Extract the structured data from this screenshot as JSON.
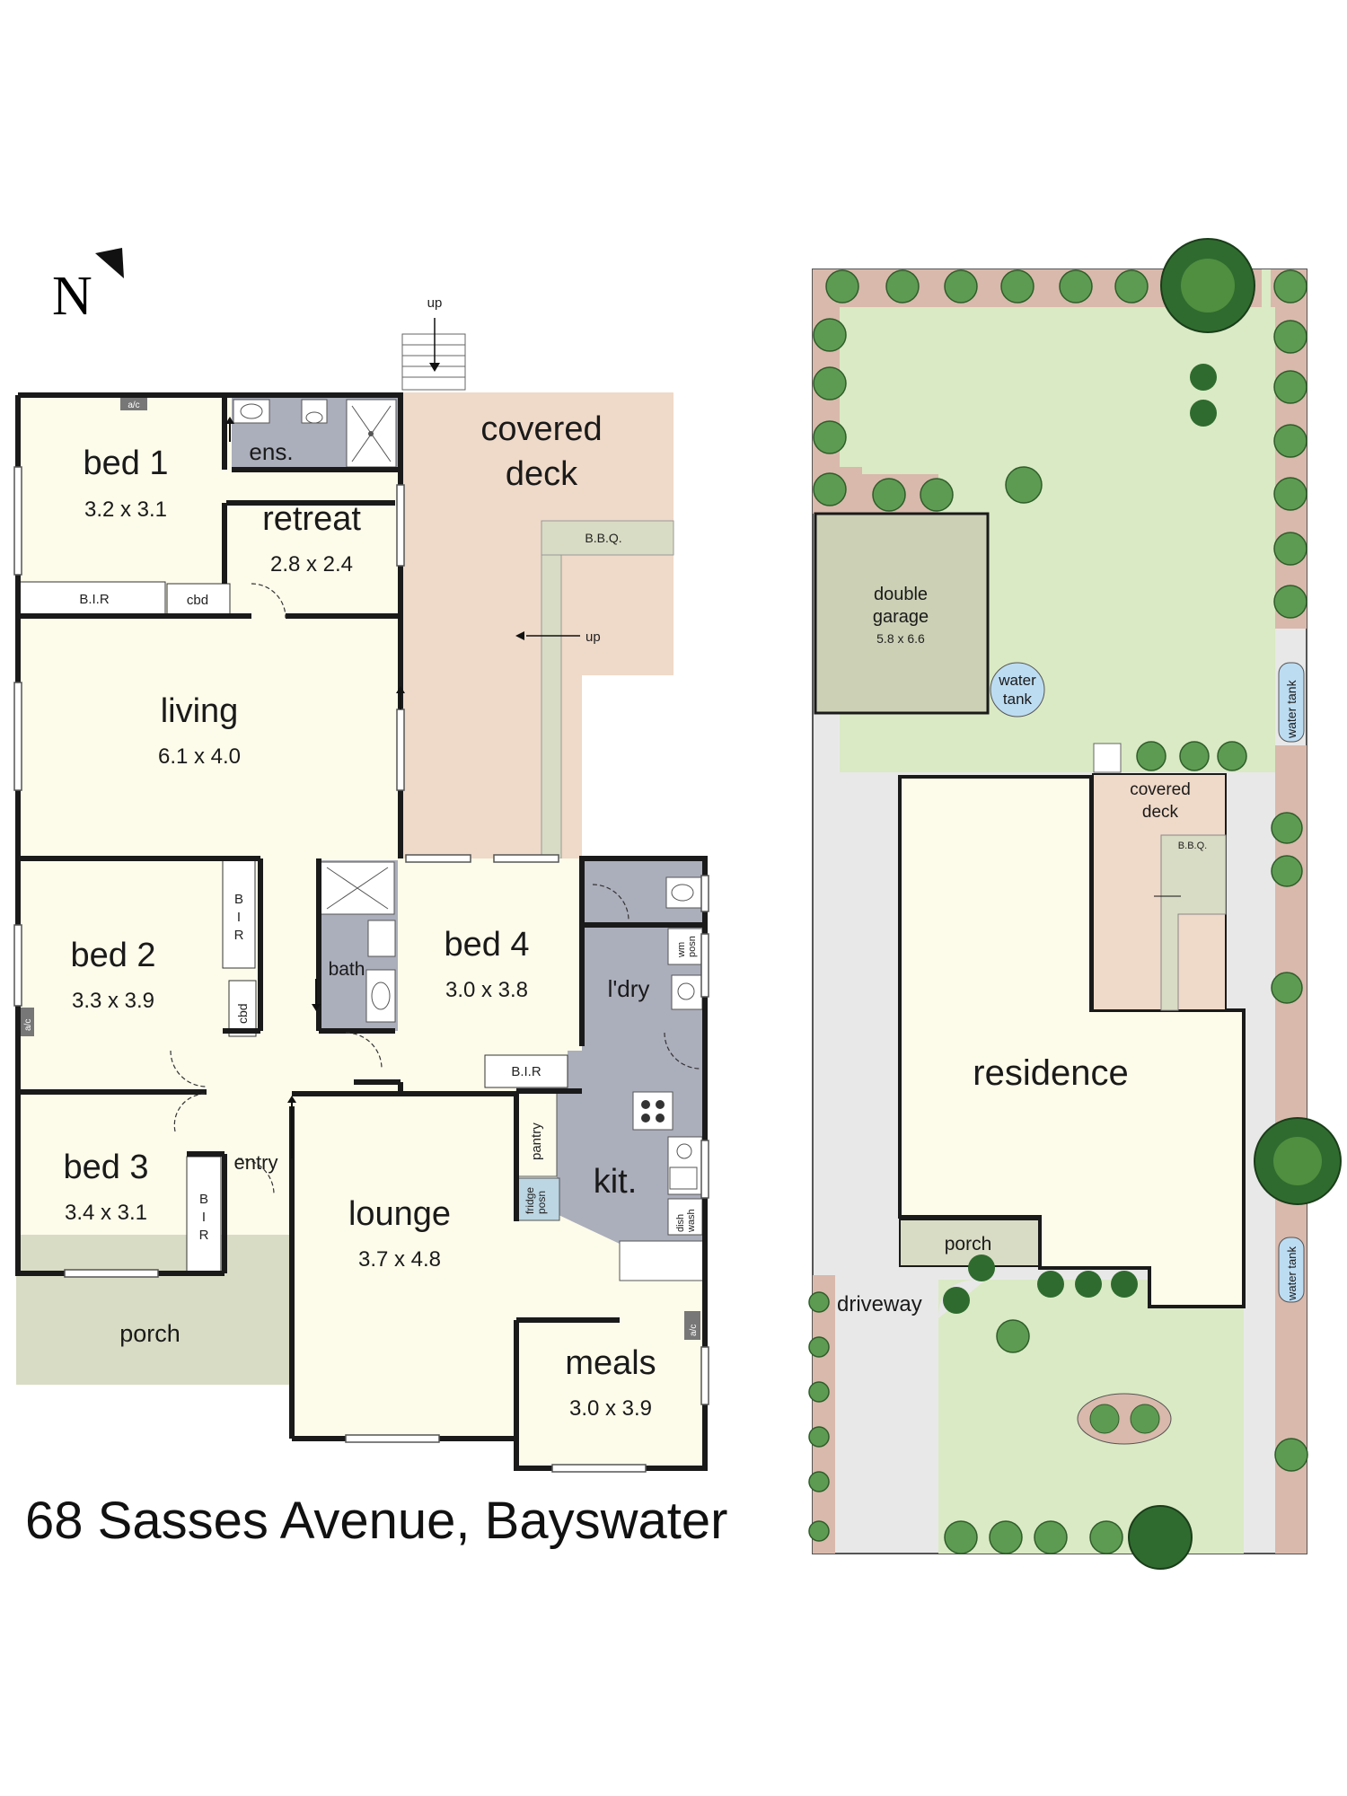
{
  "address": "68 Sasses Avenue, Bayswater",
  "north_label": "N",
  "floorplan": {
    "rooms": [
      {
        "id": "bed1",
        "name": "bed 1",
        "dims": "3.2 x 3.1"
      },
      {
        "id": "retreat",
        "name": "retreat",
        "dims": "2.8 x 2.4"
      },
      {
        "id": "ens",
        "name": "ens.",
        "dims": ""
      },
      {
        "id": "living",
        "name": "living",
        "dims": "6.1 x 4.0"
      },
      {
        "id": "bed2",
        "name": "bed 2",
        "dims": "3.3 x 3.9"
      },
      {
        "id": "bed3",
        "name": "bed 3",
        "dims": "3.4 x 3.1"
      },
      {
        "id": "bed4",
        "name": "bed 4",
        "dims": "3.0 x 3.8"
      },
      {
        "id": "bath",
        "name": "bath",
        "dims": ""
      },
      {
        "id": "ldry",
        "name": "l'dry",
        "dims": ""
      },
      {
        "id": "kit",
        "name": "kit.",
        "dims": ""
      },
      {
        "id": "lounge",
        "name": "lounge",
        "dims": "3.7 x 4.8"
      },
      {
        "id": "meals",
        "name": "meals",
        "dims": "3.0 x 3.9"
      },
      {
        "id": "entry",
        "name": "entry",
        "dims": ""
      },
      {
        "id": "porch",
        "name": "porch",
        "dims": ""
      },
      {
        "id": "deck",
        "name": "covered",
        "name2": "deck",
        "dims": ""
      }
    ],
    "small_labels": {
      "bir1": "B.I.R",
      "cbd1": "cbd",
      "bir2a": "B",
      "bir2b": "I",
      "bir2c": "R",
      "cbd2": "cbd",
      "bir3a": "B",
      "bir3b": "I",
      "bir3c": "R",
      "bir4": "B.I.R",
      "ac1": "a/c",
      "ac2": "a/c",
      "ac3": "a/c",
      "bbq": "B.B.Q.",
      "up1": "up",
      "up2": "up",
      "pantry": "pantry",
      "fridge1": "fridge",
      "fridge2": "posn",
      "wm1": "wm",
      "wm2": "posn",
      "dish1": "dish",
      "dish2": "wash"
    }
  },
  "siteplan": {
    "labels": {
      "garage1": "double",
      "garage2": "garage",
      "garage_dims": "5.8 x 6.6",
      "tank1a": "water",
      "tank1b": "tank",
      "tank2": "water tank",
      "tank3": "water tank",
      "deck1": "covered",
      "deck2": "deck",
      "bbq": "B.B.Q.",
      "residence": "residence",
      "porch": "porch",
      "driveway": "driveway"
    }
  },
  "colors": {
    "room": "#fdfbea",
    "deck": "#efd9c8",
    "porch": "#d9dcc4",
    "wet": "#abaebb",
    "wall": "#1a1a1a",
    "lawn": "#daeac4",
    "path": "#d9b9ac",
    "paving": "#e8e8e8",
    "garage": "#ccd0b5",
    "tank": "#bcdcf2",
    "shrub": "#5d9b52",
    "tree": "#2f6b2f"
  }
}
